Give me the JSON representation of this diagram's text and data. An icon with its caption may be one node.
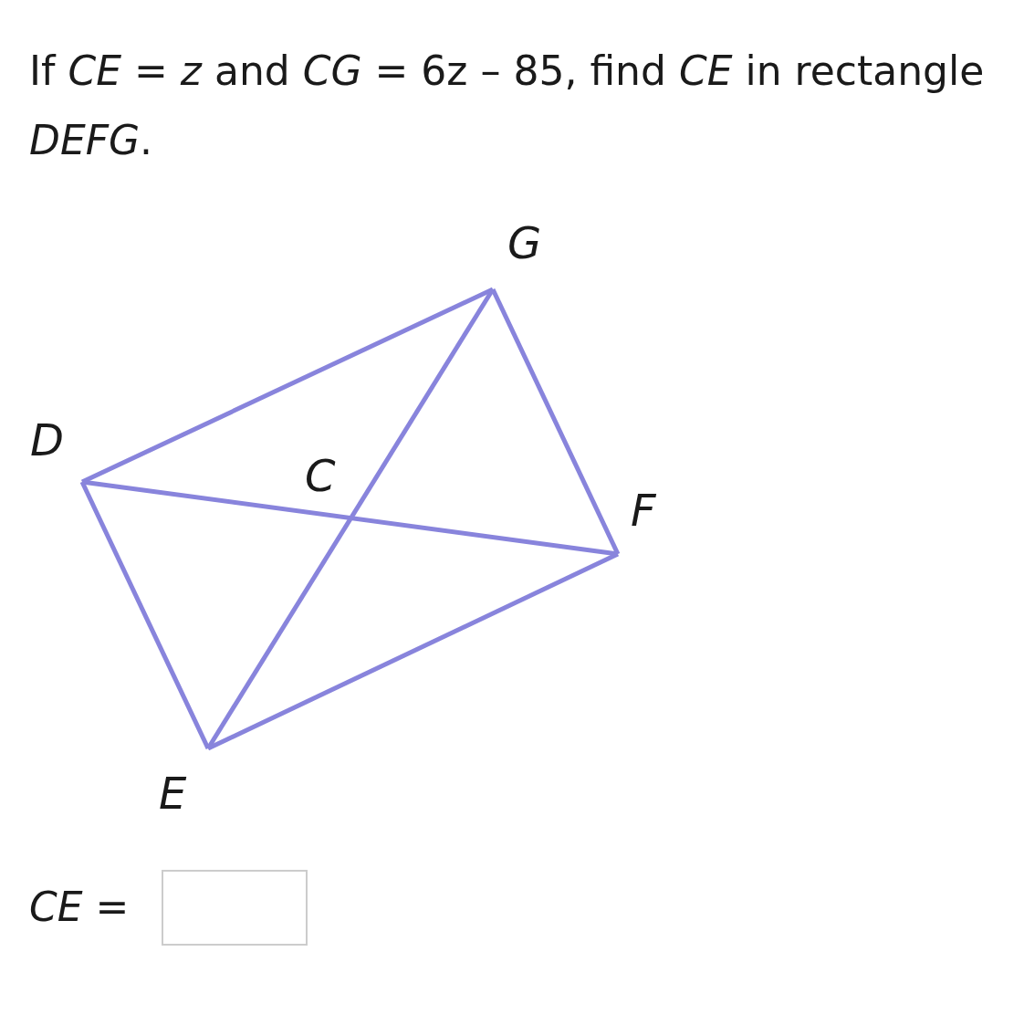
{
  "diagram": {
    "title": "If *CE* = *z* and *CG* = 6z – 85, find *CE* in rectangle *DEFG*.",
    "nodes": [
      {
        "text": [
          "G"
        ]
      },
      {
        "text": [
          "D"
        ]
      },
      {
        "text": [
          "F"
        ]
      },
      {
        "text": [
          "E"
        ]
      }
    ],
    "edges": [
      {
        "from": 1,
        "to": 0,
        "arrow": "none"
      },
      {
        "from": 0,
        "to": 2,
        "arrow": "none"
      },
      {
        "from": 2,
        "to": 3,
        "arrow": "none"
      },
      {
        "from": 3,
        "to": 1,
        "arrow": "none"
      },
      {
        "from": 1,
        "to": 2,
        "arrow": "none"
      },
      {
        "from": 3,
        "to": 0,
        "arrow": "none"
      }
    ],
    "labels": [
      "C",
      "*CE* ="
    ]
  }
}
